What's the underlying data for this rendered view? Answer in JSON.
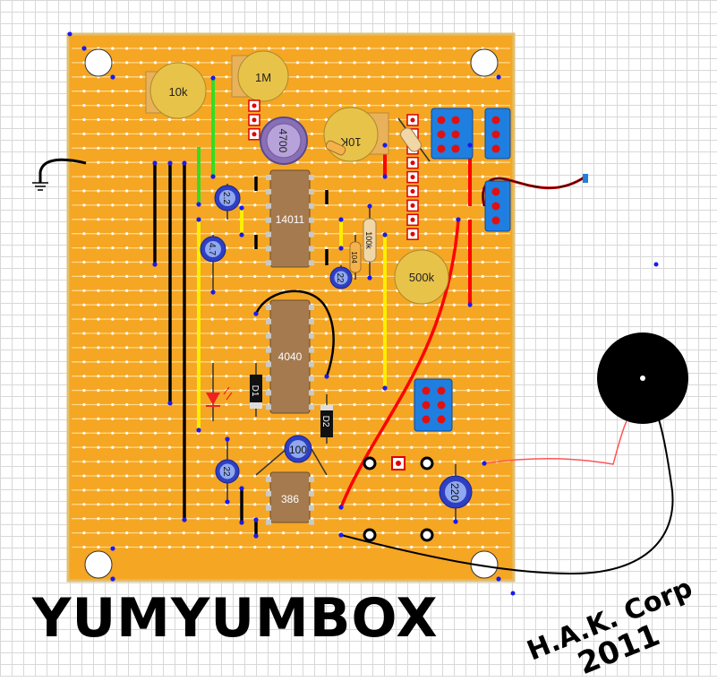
{
  "title": "YUMYUMBOX",
  "credit": {
    "org": "H.A.K. Corp",
    "year": "2011"
  },
  "components": {
    "trimmers": [
      "10k",
      "1M",
      "10K",
      "500k"
    ],
    "ics": [
      "14011",
      "4040",
      "386"
    ],
    "capacitors": [
      "4700",
      "2.2",
      "4.7",
      "22",
      "22",
      "100",
      "220"
    ],
    "resistors": [
      "100k",
      "104"
    ],
    "diodes": [
      "D1",
      "D2"
    ]
  },
  "colors": {
    "board": "#f5a623",
    "strip_line": "#ffd98a",
    "trimmer": "#e8c34a",
    "ic": "#a57a4f",
    "cap": "#2f3fc4",
    "header": "#1f7fe0",
    "wire_red": "#ff0000",
    "wire_black": "#000000",
    "wire_green": "#33dd22",
    "wire_yellow": "#ffee00"
  }
}
